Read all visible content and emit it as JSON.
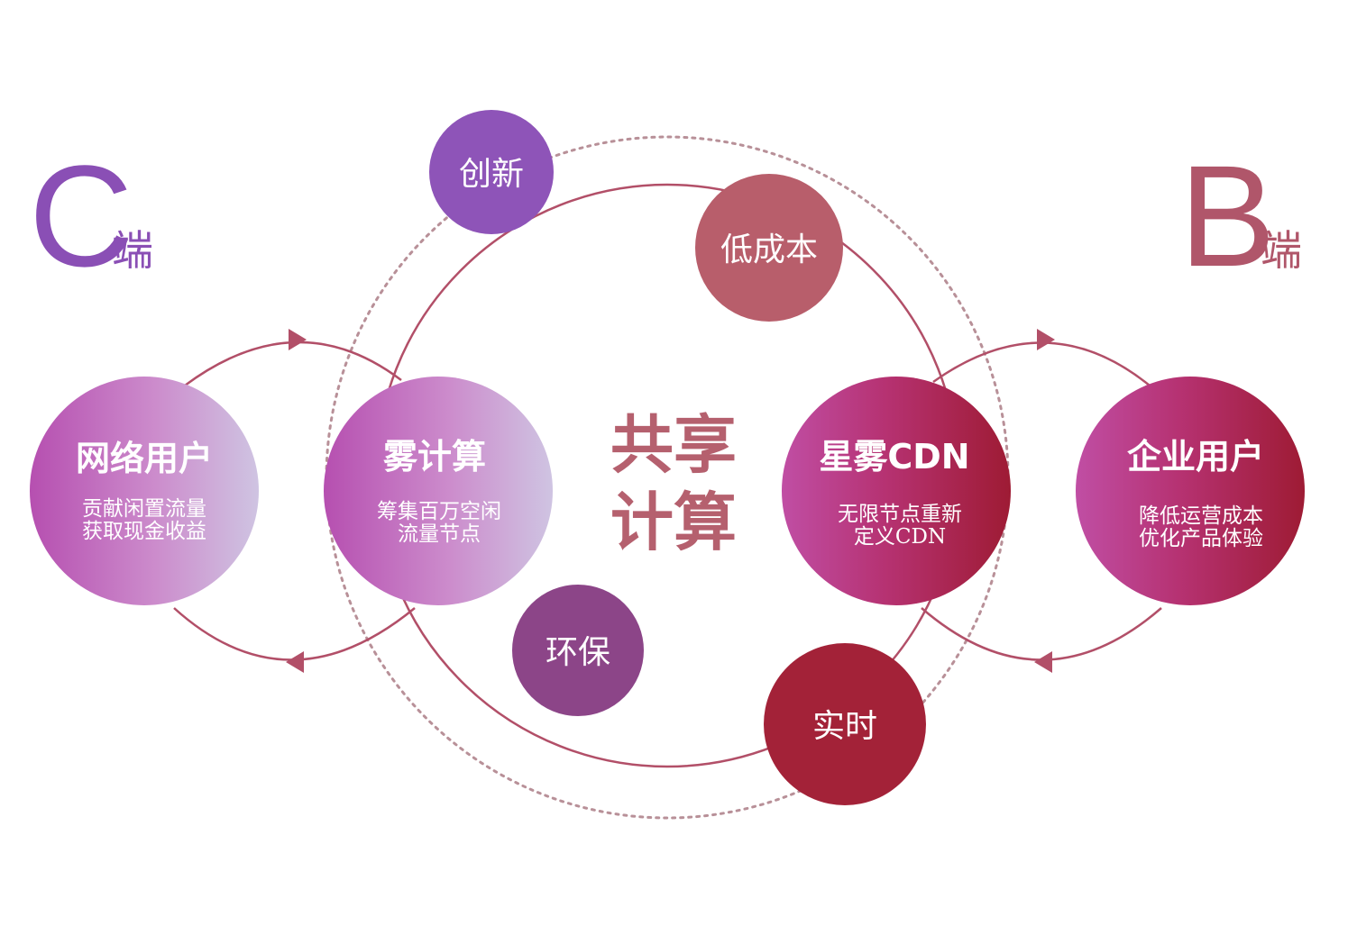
{
  "c_side": {
    "letter": "C",
    "suffix": "端",
    "color": "#8a4fb5"
  },
  "b_side": {
    "letter": "B",
    "suffix": "端",
    "color": "#b0566a"
  },
  "center": {
    "line1": "共享",
    "line2": "计算",
    "color": "#b5606e"
  },
  "nodes": {
    "network_users": {
      "title": "网络用户",
      "line1": "贡献闲置流量",
      "line2": "获取现金收益"
    },
    "fog_computing": {
      "title": "雾计算",
      "line1": "筹集百万空闲",
      "line2": "流量节点"
    },
    "star_fog_cdn": {
      "title": "星雾CDN",
      "line1": "无限节点重新",
      "line2": "定义CDN"
    },
    "enterprise_users": {
      "title": "企业用户",
      "line1": "降低运营成本",
      "line2": "优化产品体验"
    }
  },
  "features": {
    "innovation": {
      "label": "创新",
      "color": "#8e54b8"
    },
    "low_cost": {
      "label": "低成本",
      "color": "#b85e6b"
    },
    "eco": {
      "label": "环保",
      "color": "#8c4588"
    },
    "realtime": {
      "label": "实时",
      "color": "#a32238"
    }
  },
  "colors": {
    "ring": "#b24f68",
    "dotted_ring": "#b89098",
    "arrow": "#b24f68"
  }
}
